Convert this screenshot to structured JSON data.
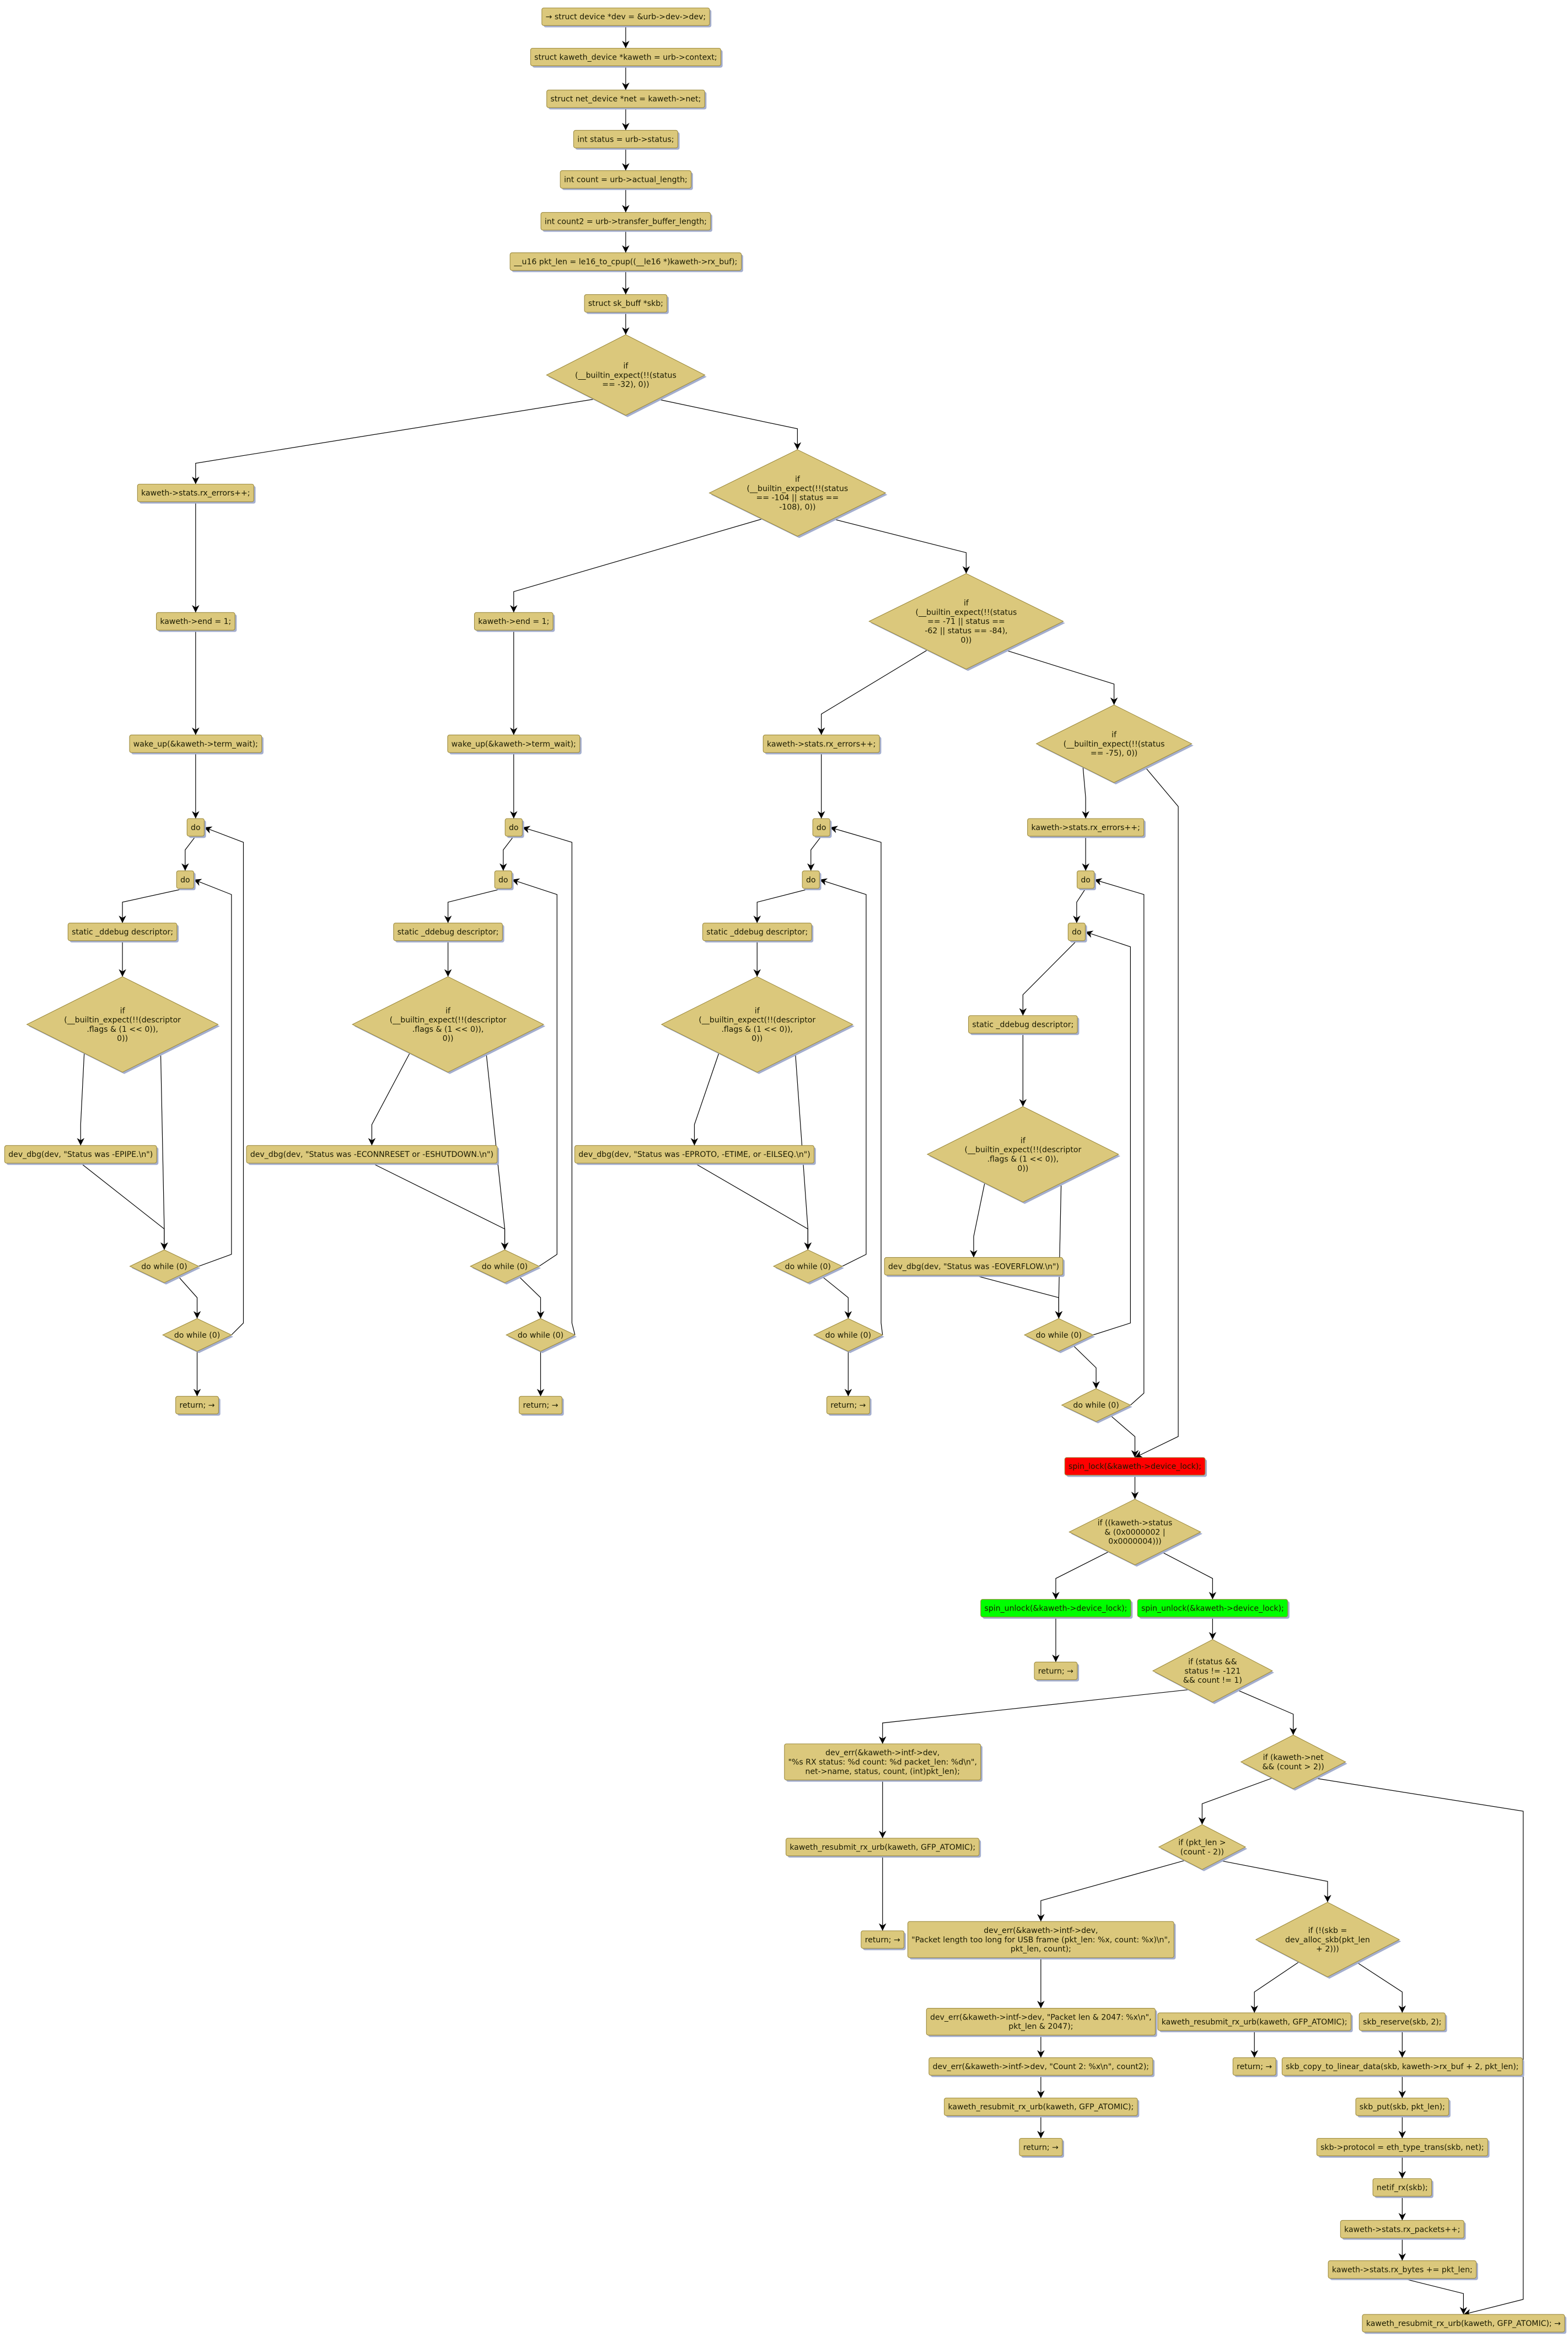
{
  "colors": {
    "node_fill": "#dbc87c",
    "node_border": "#9c8a3e",
    "shadow": "#a4aece",
    "lock_fill": "#ff0000",
    "unlock_fill": "#00ff00",
    "edge": "#000000"
  },
  "nodes": {
    "n1": {
      "kind": "box",
      "lines": [
        "→ struct device *dev = &urb->dev->dev;"
      ]
    },
    "n2": {
      "kind": "box",
      "lines": [
        "struct kaweth_device *kaweth = urb->context;"
      ]
    },
    "n3": {
      "kind": "box",
      "lines": [
        "struct net_device *net = kaweth->net;"
      ]
    },
    "n4": {
      "kind": "box",
      "lines": [
        "int status = urb->status;"
      ]
    },
    "n5": {
      "kind": "box",
      "lines": [
        "int count = urb->actual_length;"
      ]
    },
    "n6": {
      "kind": "box",
      "lines": [
        "int count2 = urb->transfer_buffer_length;"
      ]
    },
    "n7": {
      "kind": "box",
      "lines": [
        "__u16 pkt_len = le16_to_cpup((__le16 *)kaweth->rx_buf);"
      ]
    },
    "n8": {
      "kind": "box",
      "lines": [
        "struct sk_buff *skb;"
      ]
    },
    "d1": {
      "kind": "decision",
      "lines": [
        "if",
        "(__builtin_expect(!!(status",
        "== -32), 0))"
      ]
    },
    "a1": {
      "kind": "box",
      "lines": [
        "kaweth->stats.rx_errors++;"
      ]
    },
    "a2": {
      "kind": "box",
      "lines": [
        "kaweth->end = 1;"
      ]
    },
    "a3": {
      "kind": "box",
      "lines": [
        "wake_up(&kaweth->term_wait);"
      ]
    },
    "a4": {
      "kind": "box",
      "lines": [
        "do"
      ]
    },
    "a5": {
      "kind": "box",
      "lines": [
        "do"
      ]
    },
    "a6": {
      "kind": "box",
      "lines": [
        "static _ddebug descriptor;"
      ]
    },
    "a7": {
      "kind": "decision",
      "lines": [
        "if",
        "(__builtin_expect(!!(descriptor",
        ".flags & (1 << 0)),",
        "0))"
      ]
    },
    "a8": {
      "kind": "box",
      "lines": [
        "dev_dbg(dev, \"Status was -EPIPE.\\n\")"
      ]
    },
    "a9": {
      "kind": "decision",
      "lines": [
        "do while (0)"
      ]
    },
    "a10": {
      "kind": "decision",
      "lines": [
        "do while (0)"
      ]
    },
    "a11": {
      "kind": "box",
      "lines": [
        "return; →"
      ]
    },
    "d2": {
      "kind": "decision",
      "lines": [
        "if",
        "(__builtin_expect(!!(status",
        "== -104 || status ==",
        "-108), 0))"
      ]
    },
    "b1": {
      "kind": "box",
      "lines": [
        "kaweth->end = 1;"
      ]
    },
    "b2": {
      "kind": "box",
      "lines": [
        "wake_up(&kaweth->term_wait);"
      ]
    },
    "b3": {
      "kind": "box",
      "lines": [
        "do"
      ]
    },
    "b4": {
      "kind": "box",
      "lines": [
        "do"
      ]
    },
    "b5": {
      "kind": "box",
      "lines": [
        "static _ddebug descriptor;"
      ]
    },
    "b6": {
      "kind": "decision",
      "lines": [
        "if",
        "(__builtin_expect(!!(descriptor",
        ".flags & (1 << 0)),",
        "0))"
      ]
    },
    "b7": {
      "kind": "box",
      "lines": [
        "dev_dbg(dev, \"Status was -ECONNRESET or -ESHUTDOWN.\\n\")"
      ]
    },
    "b8": {
      "kind": "decision",
      "lines": [
        "do while (0)"
      ]
    },
    "b9": {
      "kind": "decision",
      "lines": [
        "do while (0)"
      ]
    },
    "b10": {
      "kind": "box",
      "lines": [
        "return; →"
      ]
    },
    "d3": {
      "kind": "decision",
      "lines": [
        "if",
        "(__builtin_expect(!!(status",
        "== -71 || status ==",
        "-62 || status == -84),",
        "0))"
      ]
    },
    "c1": {
      "kind": "box",
      "lines": [
        "kaweth->stats.rx_errors++;"
      ]
    },
    "c2": {
      "kind": "box",
      "lines": [
        "do"
      ]
    },
    "c3": {
      "kind": "box",
      "lines": [
        "do"
      ]
    },
    "c4": {
      "kind": "box",
      "lines": [
        "static _ddebug descriptor;"
      ]
    },
    "c5": {
      "kind": "decision",
      "lines": [
        "if",
        "(__builtin_expect(!!(descriptor",
        ".flags & (1 << 0)),",
        "0))"
      ]
    },
    "c6": {
      "kind": "box",
      "lines": [
        "dev_dbg(dev, \"Status was -EPROTO, -ETIME, or -EILSEQ.\\n\")"
      ]
    },
    "c7": {
      "kind": "decision",
      "lines": [
        "do while (0)"
      ]
    },
    "c8": {
      "kind": "decision",
      "lines": [
        "do while (0)"
      ]
    },
    "c9": {
      "kind": "box",
      "lines": [
        "return; →"
      ]
    },
    "d4": {
      "kind": "decision",
      "lines": [
        "if",
        "(__builtin_expect(!!(status",
        "== -75), 0))"
      ]
    },
    "e1": {
      "kind": "box",
      "lines": [
        "kaweth->stats.rx_errors++;"
      ]
    },
    "e2": {
      "kind": "box",
      "lines": [
        "do"
      ]
    },
    "e3": {
      "kind": "box",
      "lines": [
        "do"
      ]
    },
    "e4": {
      "kind": "box",
      "lines": [
        "static _ddebug descriptor;"
      ]
    },
    "e5": {
      "kind": "decision",
      "lines": [
        "if",
        "(__builtin_expect(!!(descriptor",
        ".flags & (1 << 0)),",
        "0))"
      ]
    },
    "e6": {
      "kind": "box",
      "lines": [
        "dev_dbg(dev, \"Status was -EOVERFLOW.\\n\")"
      ]
    },
    "e7": {
      "kind": "decision",
      "lines": [
        "do while (0)"
      ]
    },
    "e8": {
      "kind": "decision",
      "lines": [
        "do while (0)"
      ]
    },
    "f1": {
      "kind": "lock",
      "lines": [
        "spin_lock(&kaweth->device_lock);"
      ]
    },
    "f2": {
      "kind": "decision",
      "lines": [
        "if ((kaweth->status",
        "& (0x0000002 |",
        "0x0000004)))"
      ]
    },
    "f3": {
      "kind": "unlock",
      "lines": [
        "spin_unlock(&kaweth->device_lock);"
      ]
    },
    "f4": {
      "kind": "unlock",
      "lines": [
        "spin_unlock(&kaweth->device_lock);"
      ]
    },
    "f5": {
      "kind": "box",
      "lines": [
        "return; →"
      ]
    },
    "f6": {
      "kind": "decision",
      "lines": [
        "if (status &&",
        "status != -121",
        "&& count != 1)"
      ]
    },
    "g1": {
      "kind": "box",
      "lines": [
        "dev_err(&kaweth->intf->dev,",
        "\"%s RX status: %d count: %d packet_len: %d\\n\",",
        "net->name, status, count, (int)pkt_len);"
      ]
    },
    "g2": {
      "kind": "box",
      "lines": [
        "kaweth_resubmit_rx_urb(kaweth, GFP_ATOMIC);"
      ]
    },
    "g3": {
      "kind": "box",
      "lines": [
        "return; →"
      ]
    },
    "h1": {
      "kind": "decision",
      "lines": [
        "if (kaweth->net",
        "&& (count > 2))"
      ]
    },
    "h2": {
      "kind": "decision",
      "lines": [
        "if (pkt_len >",
        "(count - 2))"
      ]
    },
    "i1": {
      "kind": "box",
      "lines": [
        "dev_err(&kaweth->intf->dev,",
        "\"Packet length too long for USB frame (pkt_len: %x, count: %x)\\n\",",
        "pkt_len, count);"
      ]
    },
    "i2": {
      "kind": "box",
      "lines": [
        "dev_err(&kaweth->intf->dev, \"Packet len & 2047: %x\\n\",",
        "pkt_len & 2047);"
      ]
    },
    "i3": {
      "kind": "box",
      "lines": [
        "dev_err(&kaweth->intf->dev, \"Count 2: %x\\n\", count2);"
      ]
    },
    "i4": {
      "kind": "box",
      "lines": [
        "kaweth_resubmit_rx_urb(kaweth, GFP_ATOMIC);"
      ]
    },
    "i5": {
      "kind": "box",
      "lines": [
        "return; →"
      ]
    },
    "j1": {
      "kind": "decision",
      "lines": [
        "if (!(skb =",
        "dev_alloc_skb(pkt_len",
        "+ 2)))"
      ]
    },
    "j2": {
      "kind": "box",
      "lines": [
        "kaweth_resubmit_rx_urb(kaweth, GFP_ATOMIC);"
      ]
    },
    "j3": {
      "kind": "box",
      "lines": [
        "return; →"
      ]
    },
    "k1": {
      "kind": "box",
      "lines": [
        "skb_reserve(skb, 2);"
      ]
    },
    "k2": {
      "kind": "box",
      "lines": [
        "skb_copy_to_linear_data(skb, kaweth->rx_buf + 2, pkt_len);"
      ]
    },
    "k3": {
      "kind": "box",
      "lines": [
        "skb_put(skb, pkt_len);"
      ]
    },
    "k4": {
      "kind": "box",
      "lines": [
        "skb->protocol = eth_type_trans(skb, net);"
      ]
    },
    "k5": {
      "kind": "box",
      "lines": [
        "netif_rx(skb);"
      ]
    },
    "k6": {
      "kind": "box",
      "lines": [
        "kaweth->stats.rx_packets++;"
      ]
    },
    "k7": {
      "kind": "box",
      "lines": [
        "kaweth->stats.rx_bytes += pkt_len;"
      ]
    },
    "k8": {
      "kind": "box",
      "lines": [
        "kaweth_resubmit_rx_urb(kaweth, GFP_ATOMIC); →"
      ]
    }
  }
}
